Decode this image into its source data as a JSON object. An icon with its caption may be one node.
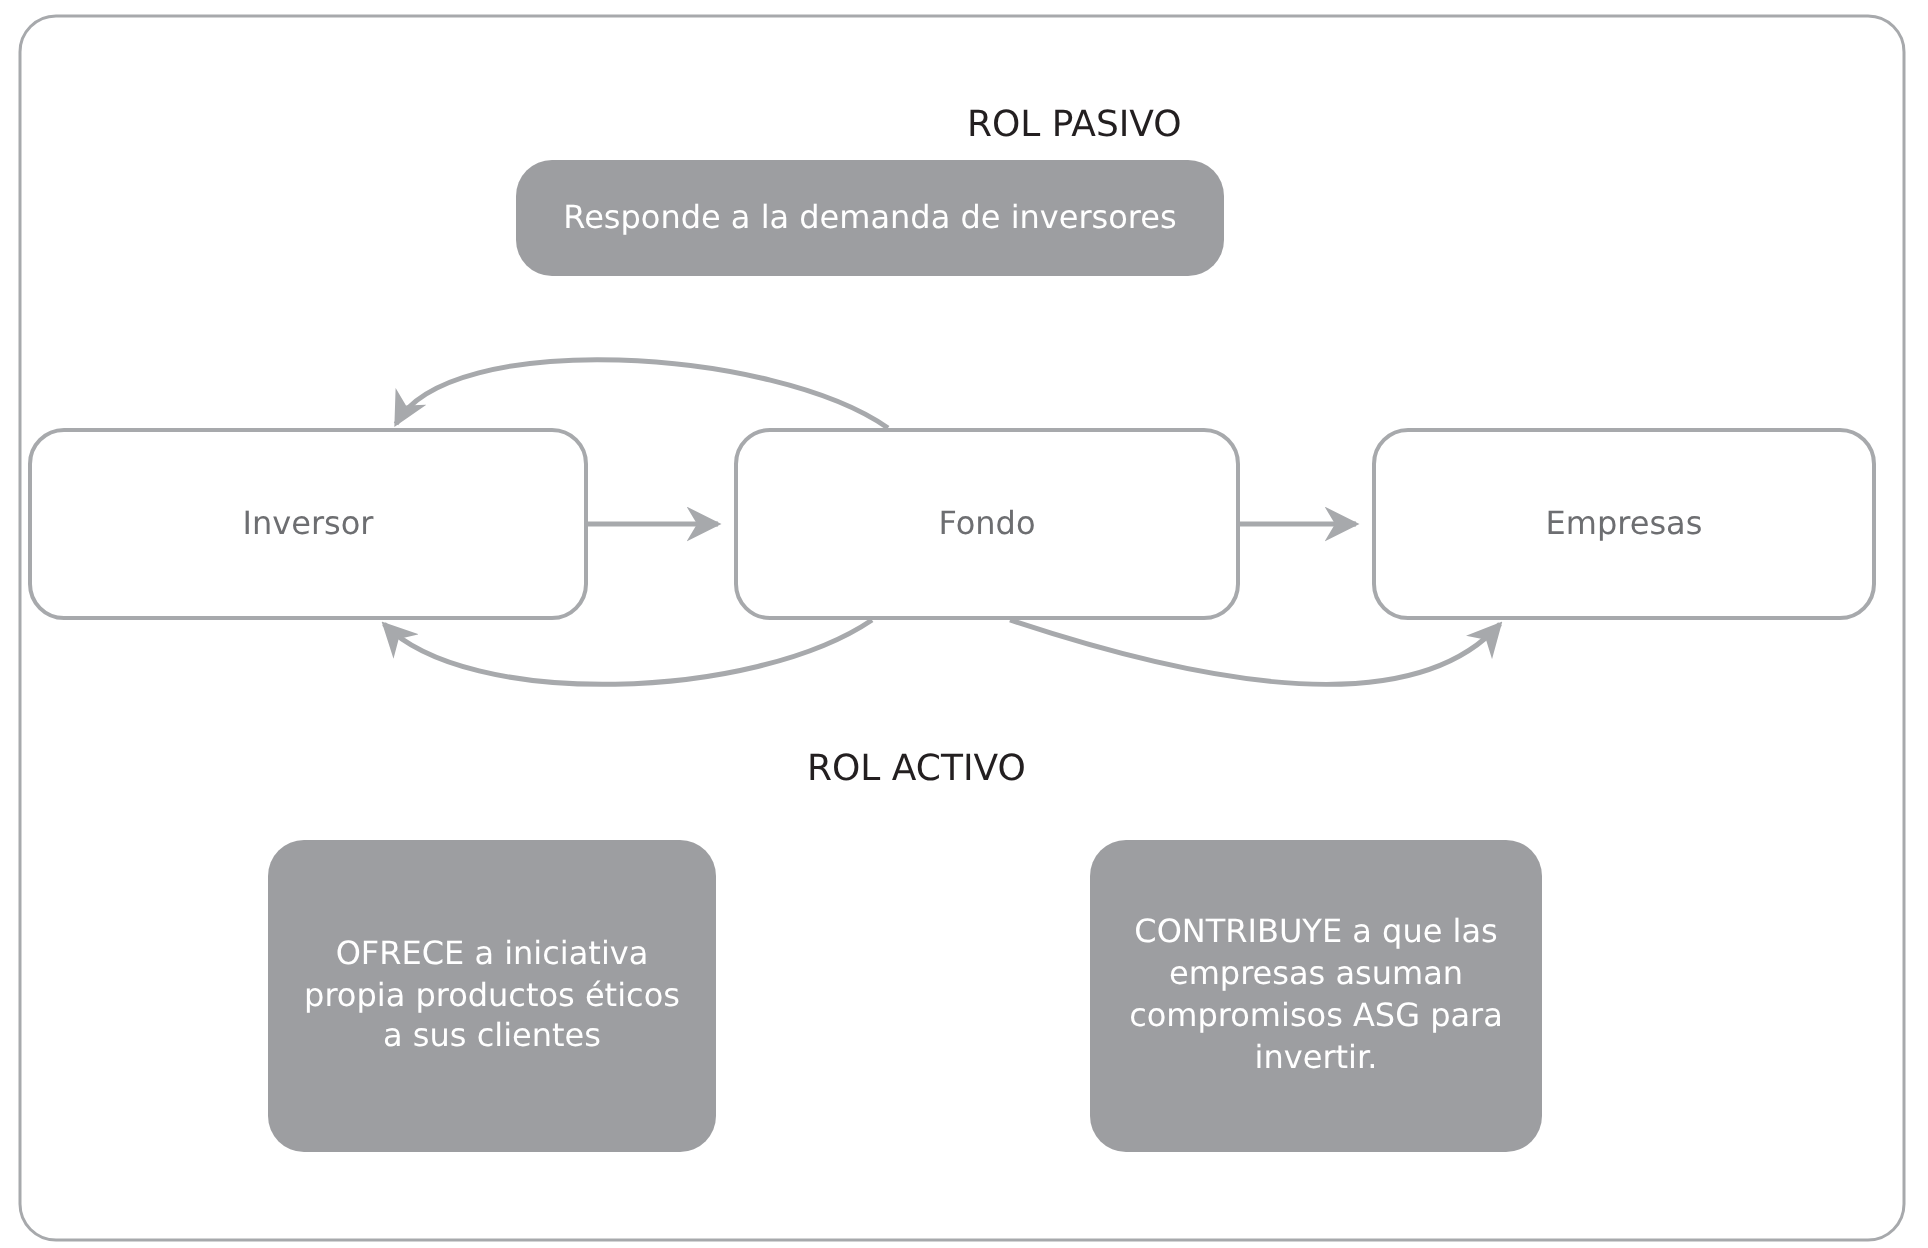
{
  "diagram": {
    "nodes": [
      {
        "text": [
          "Responde a la demanda de inversores"
        ]
      },
      {
        "text": [
          "Inversor"
        ]
      },
      {
        "text": [
          "Fondo"
        ]
      },
      {
        "text": [
          "Empresas"
        ]
      },
      {
        "text": [
          "OFRECE a iniciativa propia productos éticos a sus clientes"
        ]
      },
      {
        "text": [
          "CONTRIBUYE a que las empresas asuman compromisos ASG para invertir."
        ]
      }
    ],
    "edges": [
      {
        "from": 1,
        "to": 2,
        "arrow": "to"
      },
      {
        "from": 2,
        "to": 3,
        "arrow": "to"
      },
      {
        "from": 2,
        "to": 1,
        "arrow": "to"
      },
      {
        "from": 2,
        "to": 1,
        "arrow": "to"
      },
      {
        "from": 2,
        "to": 3,
        "arrow": "to"
      }
    ],
    "labels": [
      "ROL PASIVO",
      "ROL ACTIVO"
    ]
  }
}
